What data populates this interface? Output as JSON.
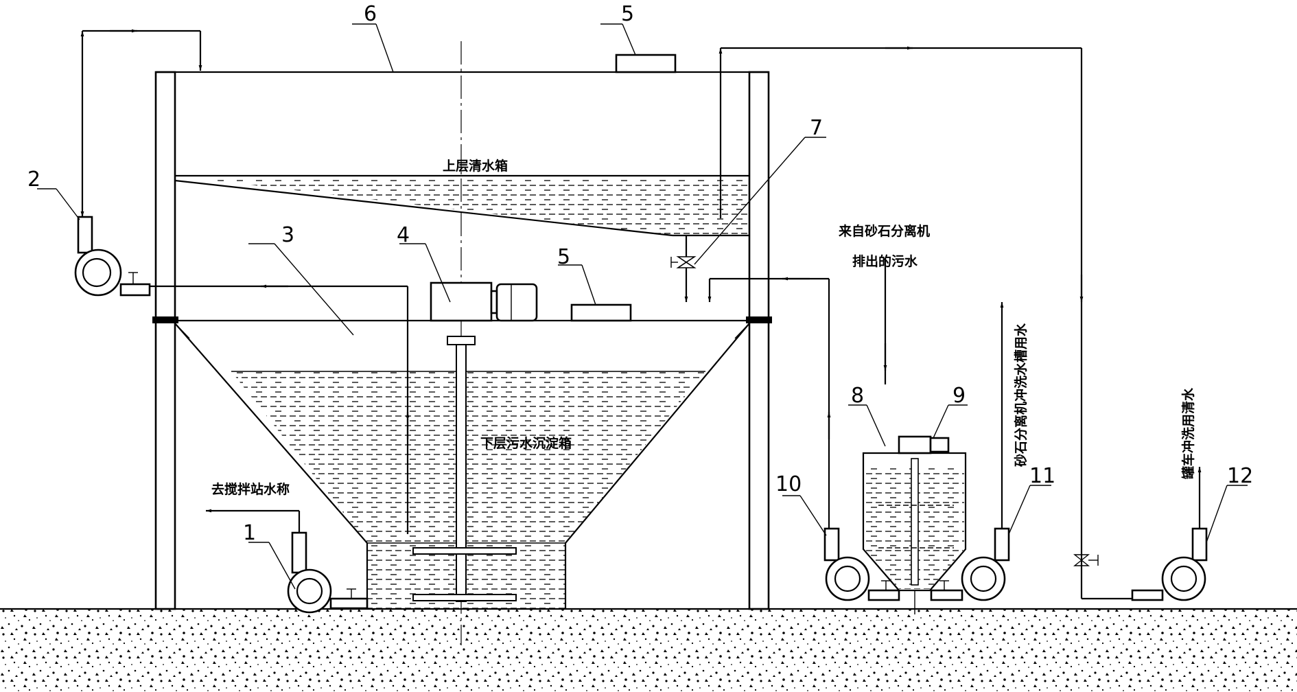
{
  "labels": {
    "upper_tank": "上层清水箱",
    "lower_tank": "下层污水沉淀箱",
    "from_separator_line1": "来自砂石分离机",
    "from_separator_line2": "排出的污水",
    "to_mixing_station": "去搅拌站水称",
    "separator_flush_tank": "砂石分离机冲洗水槽用水",
    "truck_wash": "罐车冲洗用清水"
  },
  "part_numbers": {
    "n1": "1",
    "n2": "2",
    "n3": "3",
    "n4": "4",
    "n5a": "5",
    "n5b": "5",
    "n6": "6",
    "n7": "7",
    "n8": "8",
    "n9": "9",
    "n10": "10",
    "n11": "11",
    "n12": "12"
  },
  "colors": {
    "line": "#000000",
    "background": "#ffffff"
  }
}
